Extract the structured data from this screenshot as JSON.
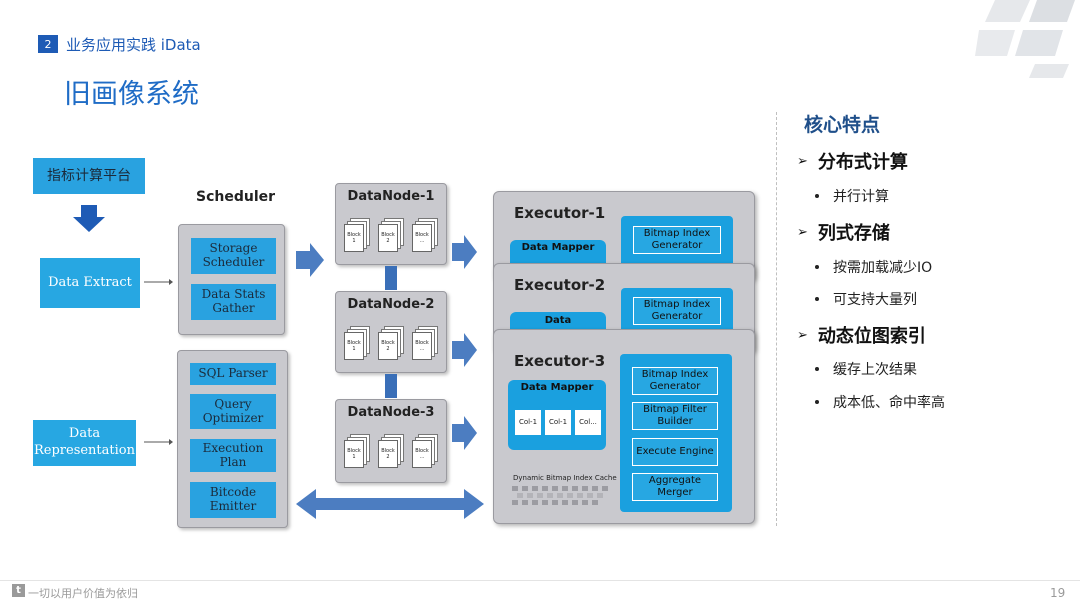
{
  "header": {
    "section_number": "2",
    "section_title": "业务应用实践 iData",
    "page_title": "旧画像系统"
  },
  "left": {
    "platform": "指标计算平台",
    "data_extract": "Data Extract",
    "data_representation": "Data Representation"
  },
  "scheduler": {
    "title": "Scheduler",
    "items": [
      "Storage Scheduler",
      "Data Stats Gather"
    ]
  },
  "query_engine": {
    "items": [
      "SQL Parser",
      "Query Optimizer",
      "Execution Plan",
      "Bitcode Emitter"
    ]
  },
  "datanodes": [
    {
      "title": "DataNode-1",
      "blocks": [
        "Block 1",
        "Block 2",
        "Block ..."
      ]
    },
    {
      "title": "DataNode-2",
      "blocks": [
        "Block 1",
        "Block 2",
        "Block ..."
      ]
    },
    {
      "title": "DataNode-3",
      "blocks": [
        "Block 1",
        "Block 2",
        "Block ..."
      ]
    }
  ],
  "executors": [
    {
      "title": "Executor-1",
      "mapper": "Data Mapper",
      "bitmap_first": "Bitmap Index Generator"
    },
    {
      "title": "Executor-2",
      "mapper": "Data",
      "bitmap_first": "Bitmap Index Generator"
    },
    {
      "title": "Executor-3",
      "mapper": "Data Mapper",
      "cols": [
        "Col-1",
        "Col-1",
        "Col..."
      ],
      "bitmap_items": [
        "Bitmap Index Generator",
        "Bitmap Filter Builder",
        "Execute Engine",
        "Aggregate Merger"
      ],
      "cache_label": "Dynamic Bitmap Index Cache"
    }
  ],
  "features": {
    "heading": "核心特点",
    "groups": [
      {
        "title": "分布式计算",
        "items": [
          "并行计算"
        ]
      },
      {
        "title": "列式存储",
        "items": [
          "按需加载减少IO",
          "可支持大量列"
        ]
      },
      {
        "title": "动态位图索引",
        "items": [
          "缓存上次结果",
          "成本低、命中率高"
        ]
      }
    ]
  },
  "footer": {
    "slogan": "一切以用户价值为依归",
    "page_number": "19"
  },
  "colors": {
    "accent": "#1E5BB5",
    "diagram_blue": "#29A2E0",
    "arrow_blue": "#4C7DC1",
    "panel_grey": "#C9C9CE"
  }
}
